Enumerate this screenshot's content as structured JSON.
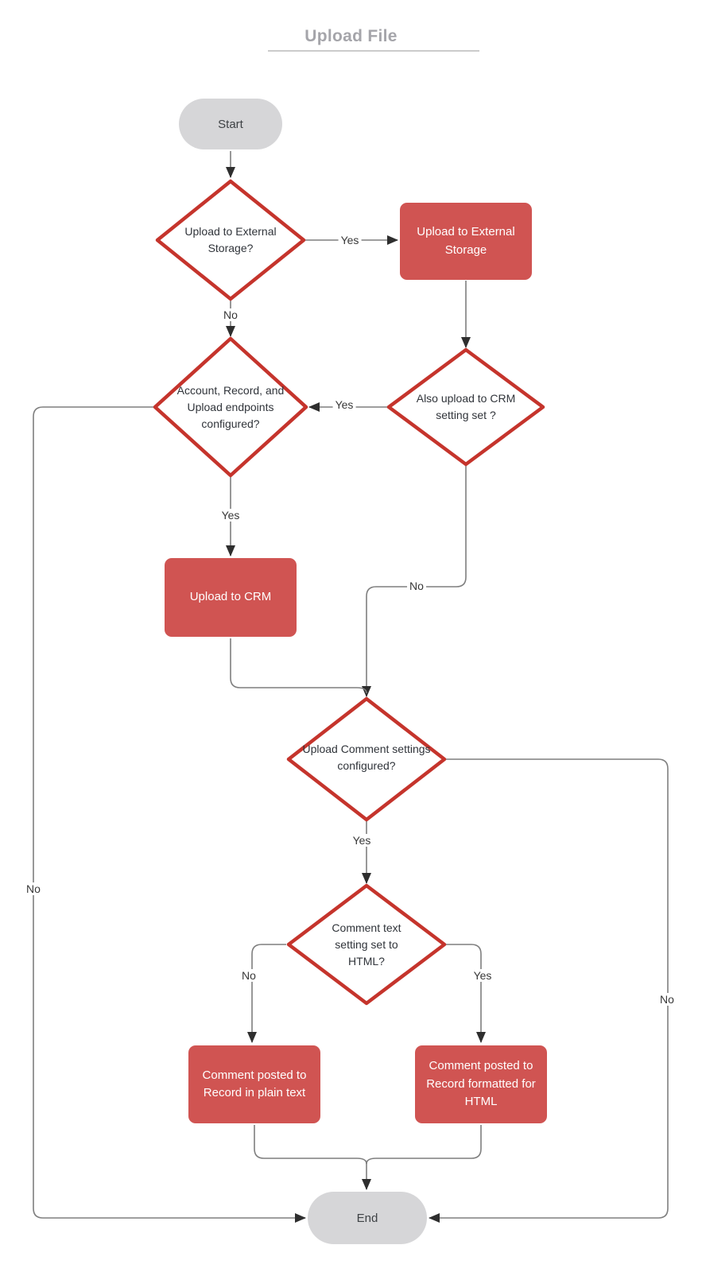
{
  "title": "Upload File",
  "colors": {
    "process_fill": "#d05452",
    "decision_stroke": "#c5342c",
    "decision_fill": "#ffffff",
    "terminal_fill": "#d6d6d8",
    "connector_line": "#7f7f7f",
    "arrowhead": "#2e2e2e",
    "title_text": "#a5a5aa"
  },
  "nodes": {
    "start": {
      "type": "terminal",
      "label": "Start"
    },
    "upload_external_q": {
      "type": "decision",
      "label": "Upload to External Storage?"
    },
    "upload_external": {
      "type": "process",
      "label": "Upload to External Storage"
    },
    "also_upload_crm_q": {
      "type": "decision",
      "label": "Also upload to CRM setting set ?"
    },
    "endpoints_q": {
      "type": "decision",
      "label": "Account, Record, and Upload endpoints configured?"
    },
    "upload_crm": {
      "type": "process",
      "label": "Upload to CRM"
    },
    "comment_settings_q": {
      "type": "decision",
      "label": "Upload Comment settings configured?"
    },
    "comment_html_q": {
      "type": "decision",
      "label": "Comment text setting set to HTML?"
    },
    "post_plain_text": {
      "type": "process",
      "label": "Comment posted to Record in plain text"
    },
    "post_html": {
      "type": "process",
      "label": "Comment posted to Record formatted for HTML"
    },
    "end": {
      "type": "terminal",
      "label": "End"
    }
  },
  "edges": {
    "external_yes": {
      "label": "Yes"
    },
    "external_no": {
      "label": "No"
    },
    "crm_setting_yes": {
      "label": "Yes"
    },
    "crm_setting_no": {
      "label": "No"
    },
    "endpoints_yes": {
      "label": "Yes"
    },
    "endpoints_no": {
      "label": "No"
    },
    "comment_settings_yes": {
      "label": "Yes"
    },
    "comment_settings_no": {
      "label": "No"
    },
    "html_no": {
      "label": "No"
    },
    "html_yes": {
      "label": "Yes"
    }
  }
}
